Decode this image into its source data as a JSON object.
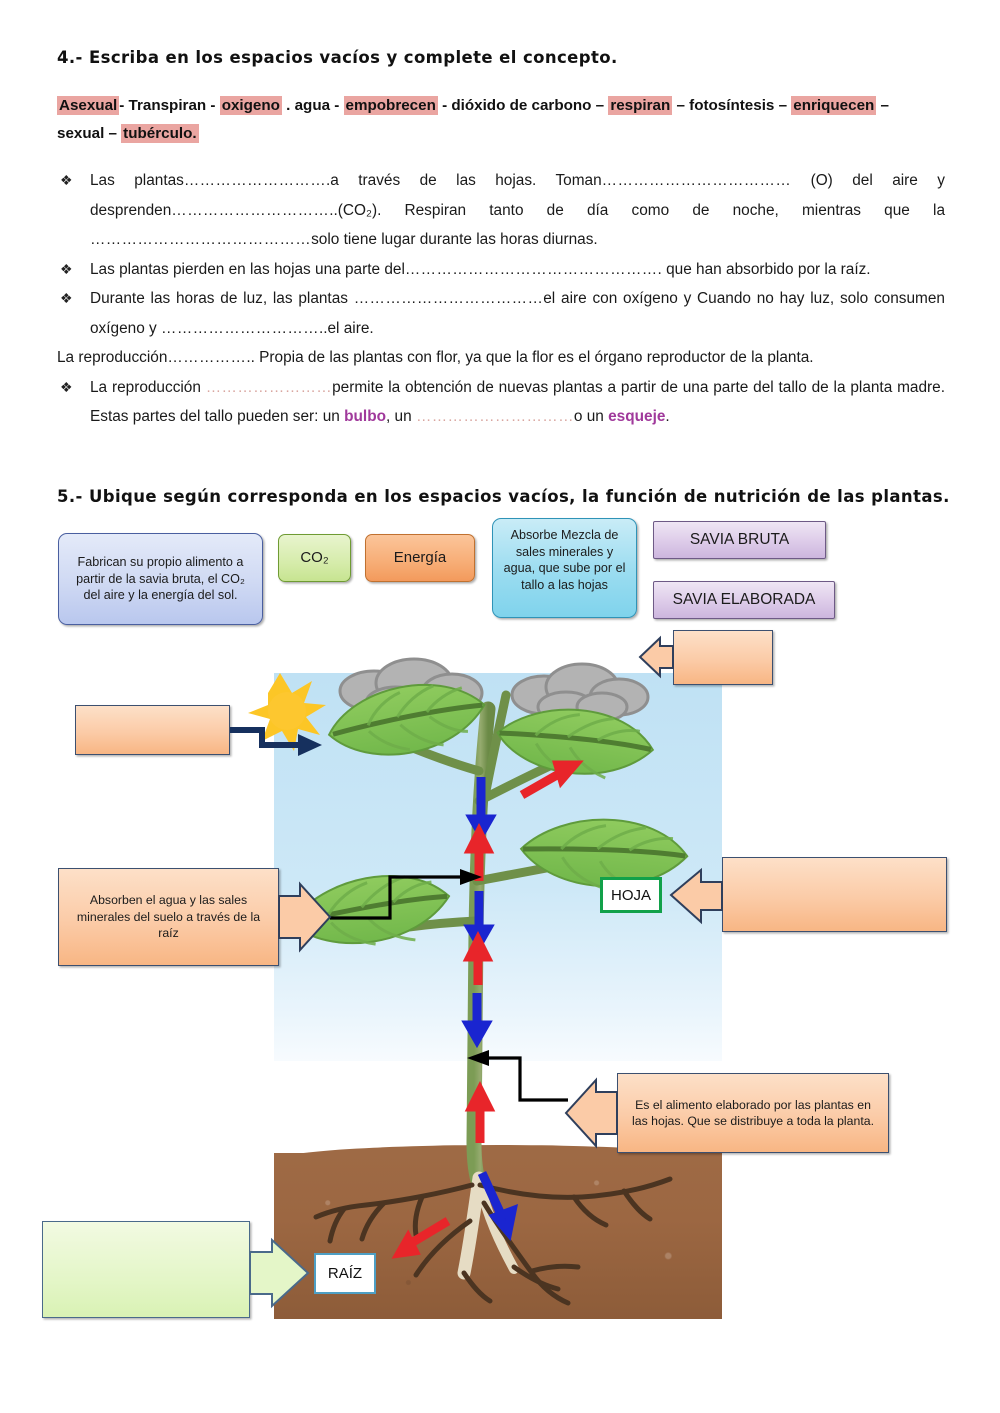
{
  "question4": {
    "heading": "4.- Escriba en los espacios vacíos y complete el concepto.",
    "wordbank": {
      "line1_parts": [
        {
          "t": "Asexual",
          "hl": true
        },
        {
          "t": "- Transpiran - ",
          "hl": false
        },
        {
          "t": "oxigeno",
          "hl": true
        },
        {
          "t": " . agua -  ",
          "hl": false
        },
        {
          "t": "empobrecen",
          "hl": true
        },
        {
          "t": " - dióxido de carbono  – ",
          "hl": false
        },
        {
          "t": "respiran",
          "hl": true
        },
        {
          "t": " – fotosíntesis – ",
          "hl": false
        },
        {
          "t": "enriquecen",
          "hl": true
        },
        {
          "t": " – sexual – ",
          "hl": false
        },
        {
          "t": "tubérculo.",
          "hl": true
        }
      ]
    },
    "items": [
      {
        "bullet": "❖",
        "text": "Las plantas……………………….a través de las hojas. Toman……………………………… (O) del aire y desprenden…………………………..(CO₂). Respiran tanto de día como de noche, mientras que la ……………………………………solo tiene lugar durante las horas diurnas."
      },
      {
        "bullet": "❖",
        "text": "Las plantas pierden en las hojas una parte del…………………………………………. que han absorbido por la raíz."
      },
      {
        "bullet": "❖",
        "text": "Durante las horas de luz, las plantas ………………………………el aire con oxígeno y Cuando no hay luz, solo consumen oxígeno y …………………………..el aire."
      },
      {
        "bullet": "",
        "text": "La reproducción…………….. Propia de las plantas con flor, ya que la flor es el órgano reproductor de la planta."
      },
      {
        "bullet": "❖",
        "text": "La reproducción ……………………permite la obtención de nuevas plantas a partir de una parte del tallo de la planta madre. Estas partes del tallo pueden ser: un bulbo, un …………………………o un esqueje."
      }
    ],
    "highlight_color": "#eaa5a1",
    "purple_words": [
      "bulbo",
      "esqueje"
    ],
    "purple_color": "#a0399b"
  },
  "question5": {
    "heading": "5.- Ubique según corresponda en los espacios vacíos, la función de nutrición de las plantas.",
    "word_boxes": [
      {
        "id": "fabrican",
        "text": "Fabrican su propio alimento a partir de la savia bruta, el CO₂ del aire y la energía del sol.",
        "color": "#cfd9f3"
      },
      {
        "id": "co2",
        "text": "CO₂",
        "color": "#d6ecab"
      },
      {
        "id": "energia",
        "text": "Energía",
        "color": "#f7ad76"
      },
      {
        "id": "absorbe",
        "text": "Absorbe Mezcla de sales minerales y agua, que sube por el tallo a las hojas",
        "color": "#9adcf0"
      },
      {
        "id": "savia-bruta",
        "text": "SAVIA BRUTA",
        "color": "#ddcbe9"
      },
      {
        "id": "savia-elaborada",
        "text": "SAVIA ELABORADA",
        "color": "#ddcbe9"
      }
    ],
    "diagram": {
      "labels": [
        {
          "id": "hoja",
          "text": "HOJA",
          "border_color": "#11a14a"
        },
        {
          "id": "raiz",
          "text": "RAÍZ",
          "border_color": "#4e9fc4"
        }
      ],
      "callouts": [
        {
          "id": "top-left-blank",
          "text": "",
          "fill": "#fbcba7"
        },
        {
          "id": "absorben",
          "text": "Absorben el agua y las sales minerales del suelo a través de la raíz",
          "fill": "#fbcba7"
        },
        {
          "id": "cloud-blank",
          "text": "",
          "fill": "#fbcba7"
        },
        {
          "id": "hoja-blank",
          "text": "",
          "fill": "#fbcba7"
        },
        {
          "id": "savia-elaborada-desc",
          "text": "Es el alimento elaborado por las plantas en las hojas. Que se distribuye a toda la planta.",
          "fill": "#fbcba7"
        },
        {
          "id": "raiz-blank",
          "text": "",
          "fill": "#e4f6c8"
        }
      ],
      "flow_arrows": {
        "red_label": "savia bruta (ascendente)",
        "blue_label": "savia elaborada (descendente)",
        "red_color": "#e8252a",
        "blue_color": "#1a25d0"
      }
    }
  }
}
